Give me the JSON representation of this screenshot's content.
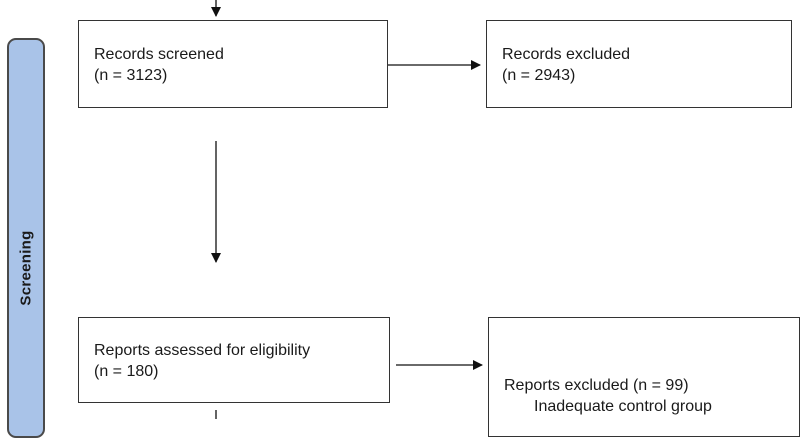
{
  "stage": {
    "label": "Screening"
  },
  "boxes": {
    "records_screened": {
      "title": "Records screened",
      "count": "(n = 3123)"
    },
    "records_excluded": {
      "title": "Records excluded",
      "count": "(n = 2943)"
    },
    "reports_assessed": {
      "title": "Reports assessed for eligibility",
      "count": "(n = 180)"
    },
    "reports_excluded": {
      "title": "Reports excluded (n = 99)",
      "reasons": [
        "Inadequate control group"
      ]
    }
  }
}
